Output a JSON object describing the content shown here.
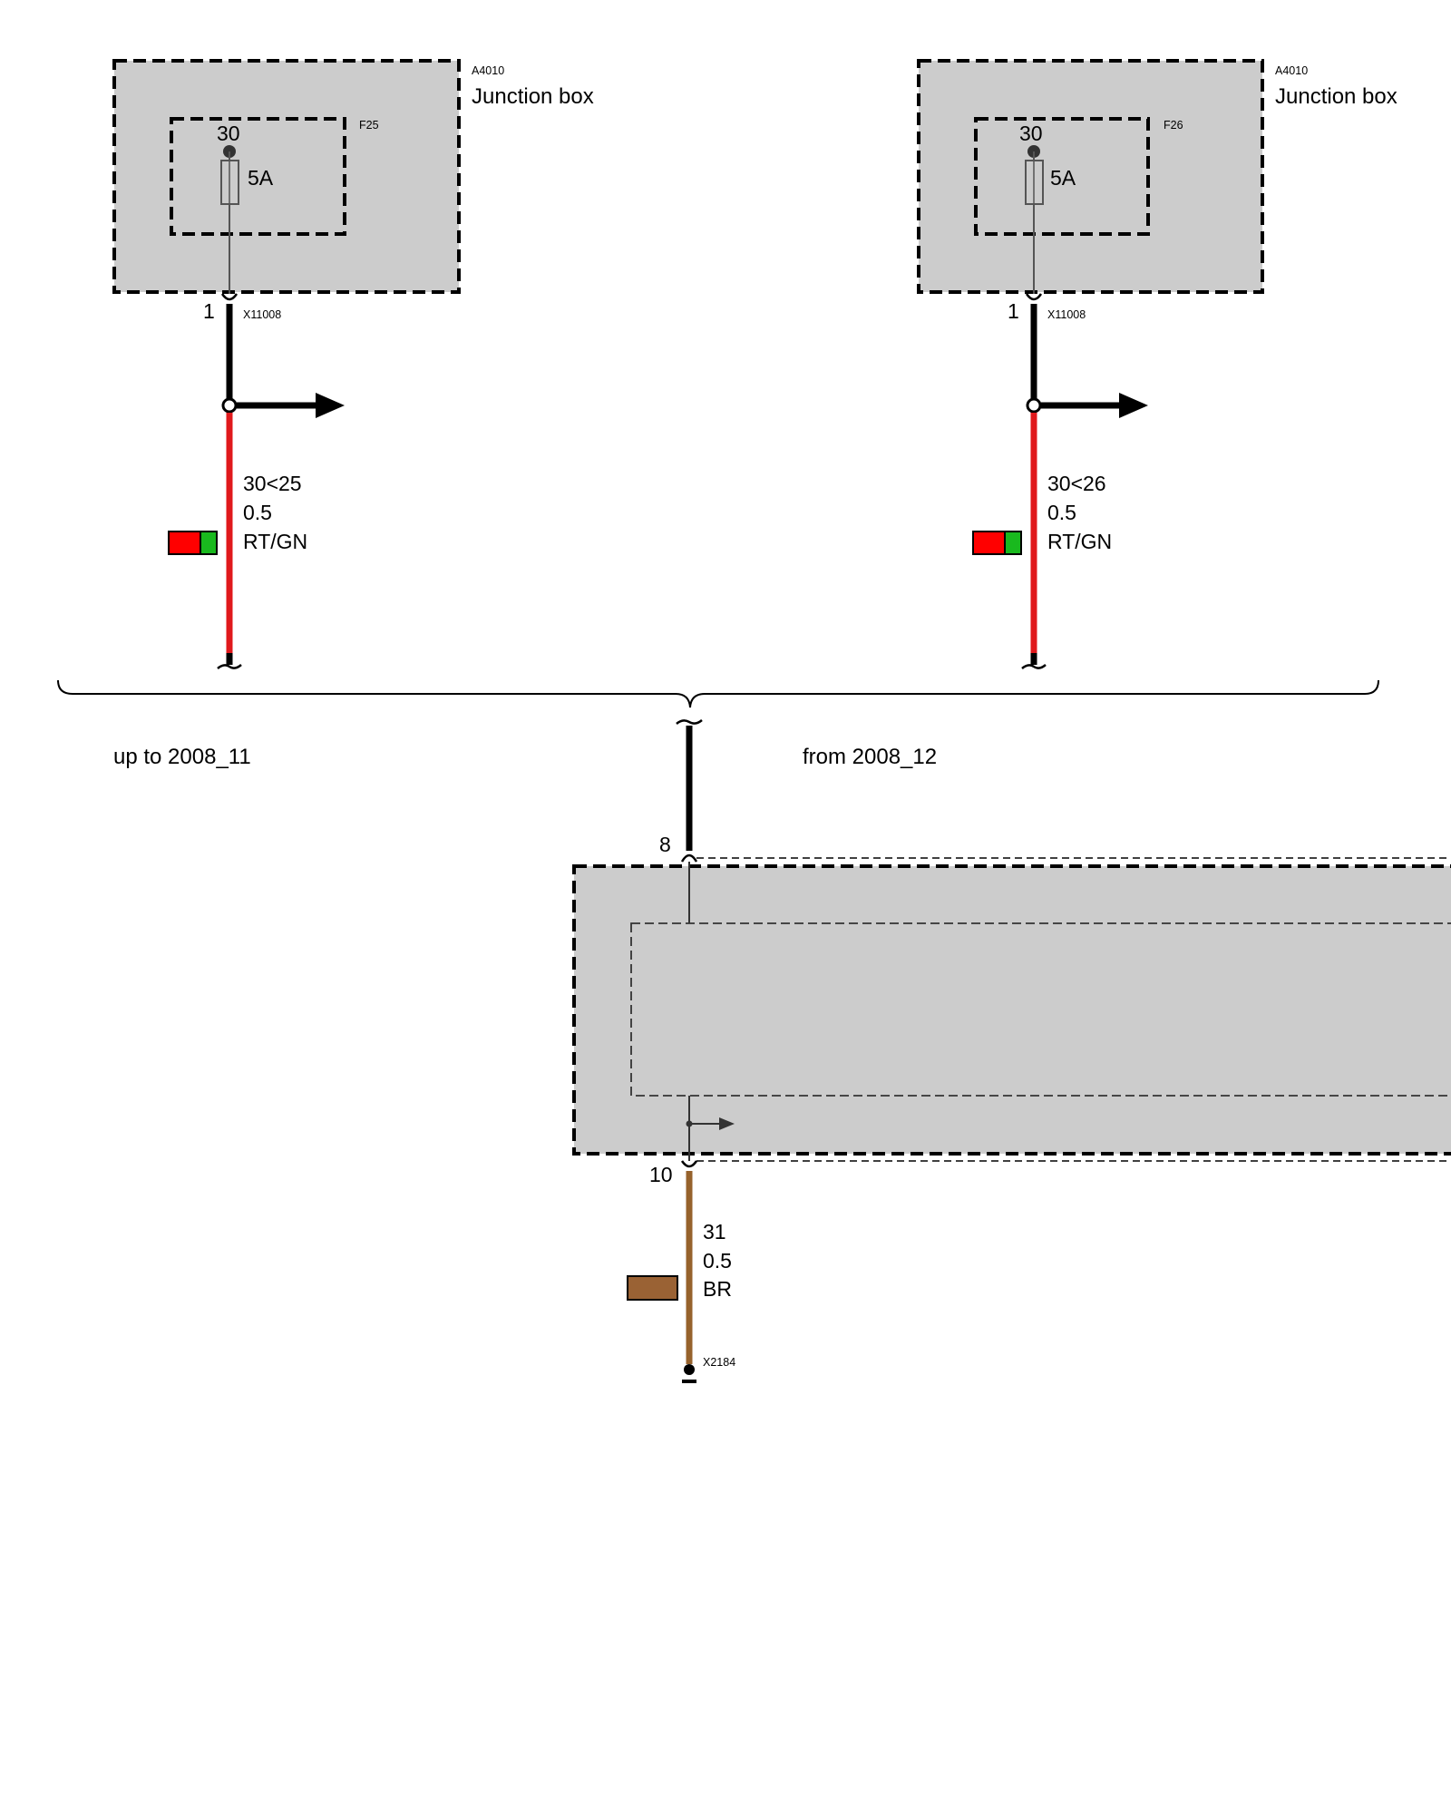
{
  "colors": {
    "module_fill": "#cccccc",
    "wire_black": "#000000",
    "wire_red": "#e0191c",
    "wire_brown": "#96622c",
    "swatch_red": "#ff0000",
    "swatch_green": "#19b91e",
    "swatch_brown": "#9a6234"
  },
  "left_box": {
    "component_id": "A4010",
    "component_name": "Junction box",
    "fuse_id": "F25",
    "terminal": "30",
    "fuse_rating": "5A",
    "pin": "1",
    "connector": "X11008",
    "wire": {
      "signal": "30<25",
      "gauge": "0.5",
      "color_code": "RT/GN",
      "colors": [
        "red",
        "green"
      ]
    }
  },
  "right_box": {
    "component_id": "A4010",
    "component_name": "Junction box",
    "fuse_id": "F26",
    "terminal": "30",
    "fuse_rating": "5A",
    "pin": "1",
    "connector": "X11008",
    "wire": {
      "signal": "30<26",
      "gauge": "0.5",
      "color_code": "RT/GN",
      "colors": [
        "red",
        "green"
      ]
    }
  },
  "variants": {
    "left_label": "up to 2008_11",
    "right_label": "from 2008_12"
  },
  "lower_module": {
    "pin_in": "8",
    "pin_out": "10",
    "wire": {
      "signal": "31",
      "gauge": "0.5",
      "color_code": "BR",
      "colors": [
        "brown"
      ]
    },
    "ground_connector": "X2184"
  }
}
